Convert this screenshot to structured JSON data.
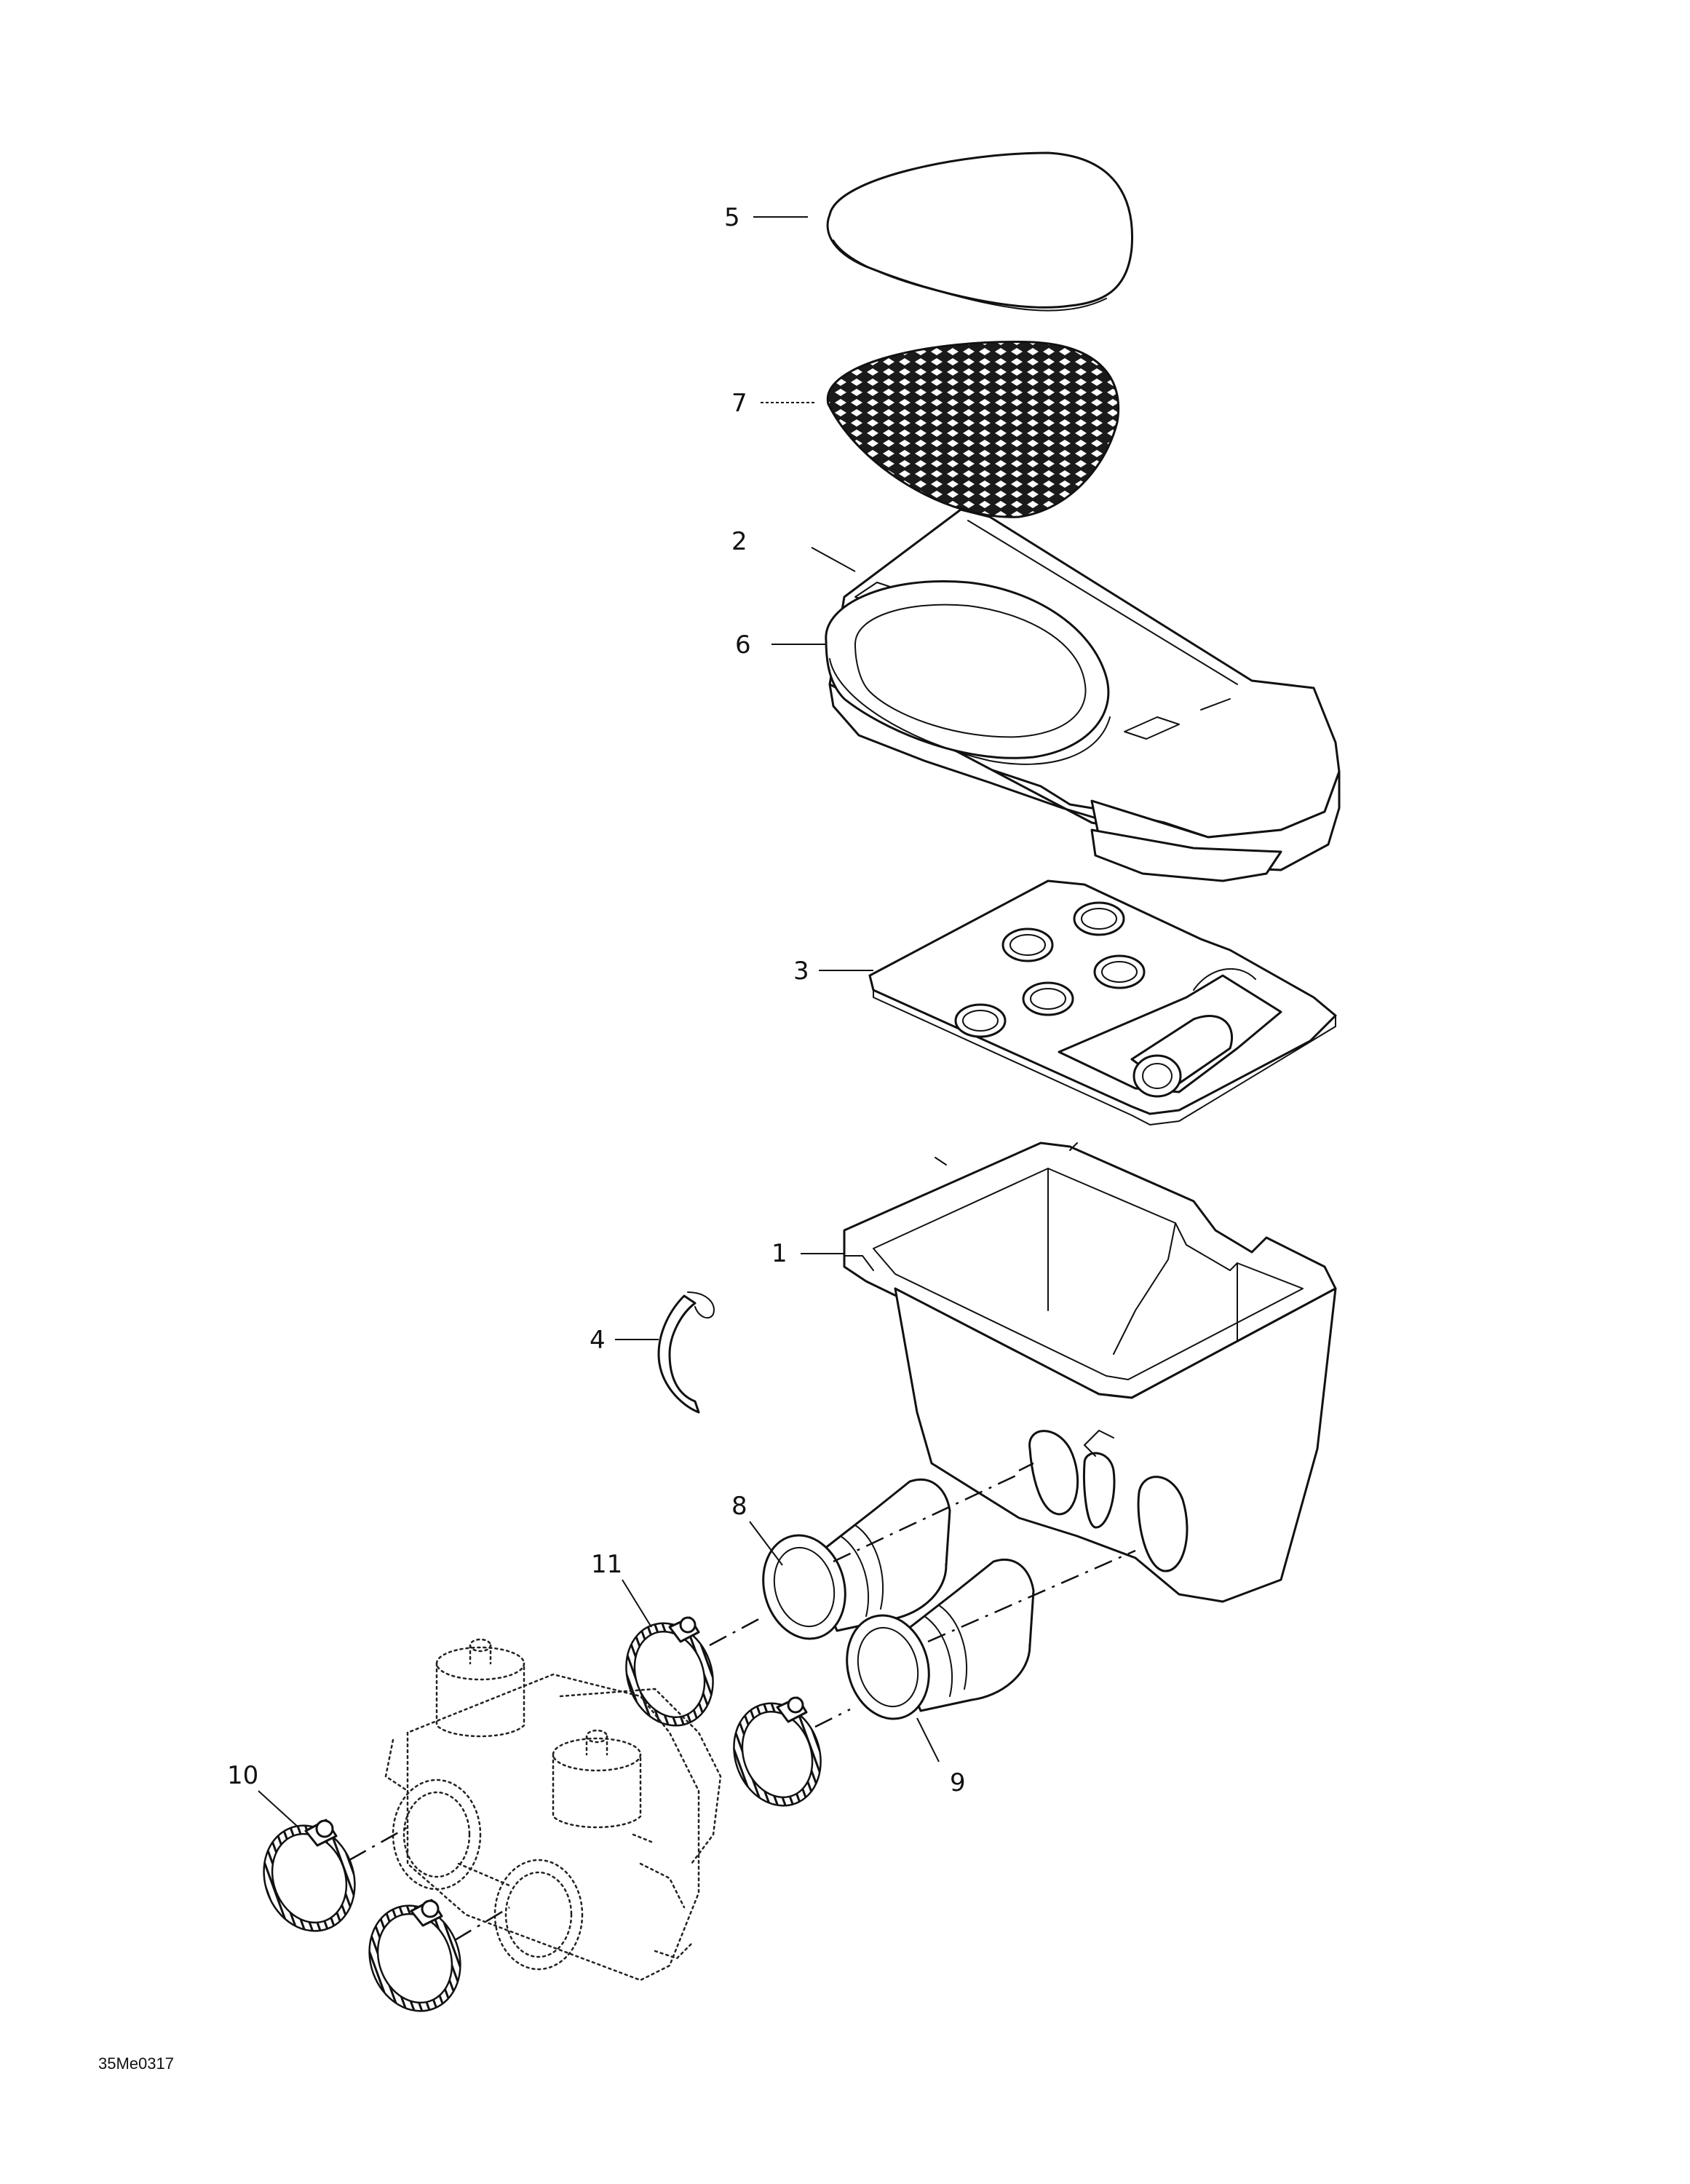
{
  "callouts": [
    {
      "id": "c5",
      "label": "5"
    },
    {
      "id": "c7",
      "label": "7"
    },
    {
      "id": "c2",
      "label": "2"
    },
    {
      "id": "c6",
      "label": "6"
    },
    {
      "id": "c3",
      "label": "3"
    },
    {
      "id": "c1",
      "label": "1"
    },
    {
      "id": "c4",
      "label": "4"
    },
    {
      "id": "c8",
      "label": "8"
    },
    {
      "id": "c11",
      "label": "11"
    },
    {
      "id": "c9",
      "label": "9"
    },
    {
      "id": "c10",
      "label": "10"
    }
  ],
  "drawing_code": "35Me0317"
}
